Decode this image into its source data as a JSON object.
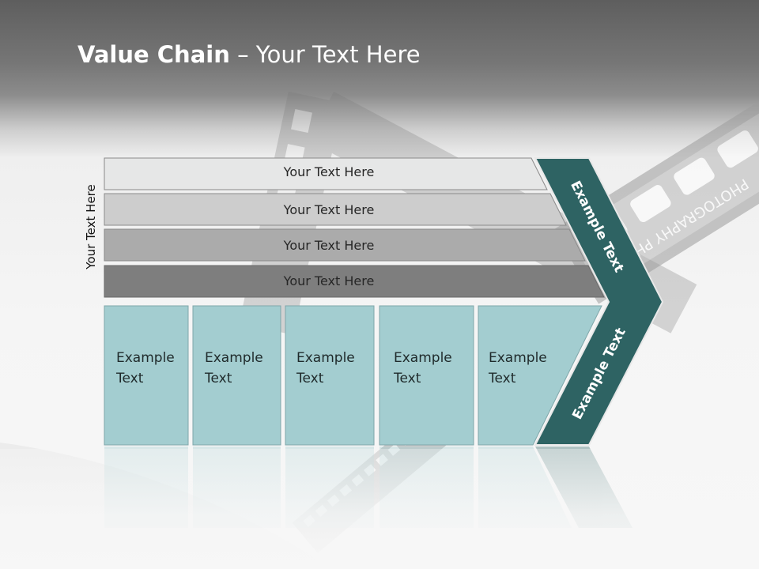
{
  "title": {
    "bold": "Value Chain",
    "rest": " – Your Text Here"
  },
  "side_label": "Your Text Here",
  "bars": [
    {
      "label": "Your Text Here",
      "color": "#e6e7e7"
    },
    {
      "label": "Your Text Here",
      "color": "#cdcdcd"
    },
    {
      "label": "Your Text Here",
      "color": "#ababab"
    },
    {
      "label": "Your Text Here",
      "color": "#7e7e7e"
    }
  ],
  "columns": [
    {
      "line1": "Example",
      "line2": "Text"
    },
    {
      "line1": "Example",
      "line2": "Text"
    },
    {
      "line1": "Example",
      "line2": "Text"
    },
    {
      "line1": "Example",
      "line2": "Text"
    },
    {
      "line1": "Example",
      "line2": "Text"
    }
  ],
  "chevron": {
    "upper_label": "Example Text",
    "lower_label": "Example Text",
    "color": "#2e6363"
  },
  "column_color": "#a3cdd0",
  "background_text": "PHOTOGRAPHY PHO"
}
